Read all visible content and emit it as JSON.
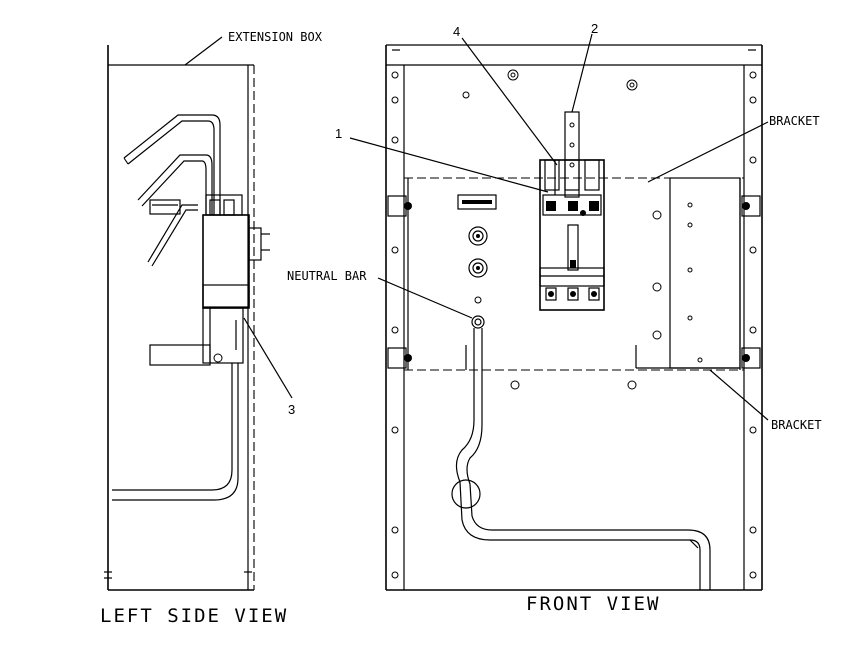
{
  "views": {
    "left_title": "LEFT SIDE VIEW",
    "front_title": "FRONT VIEW"
  },
  "callouts": {
    "extension_box": "EXTENSION BOX",
    "neutral_bar": "NEUTRAL BAR",
    "bracket_top": "BRACKET",
    "bracket_bottom": "BRACKET",
    "item_1": "1",
    "item_2": "2",
    "item_3": "3",
    "item_4": "4"
  }
}
